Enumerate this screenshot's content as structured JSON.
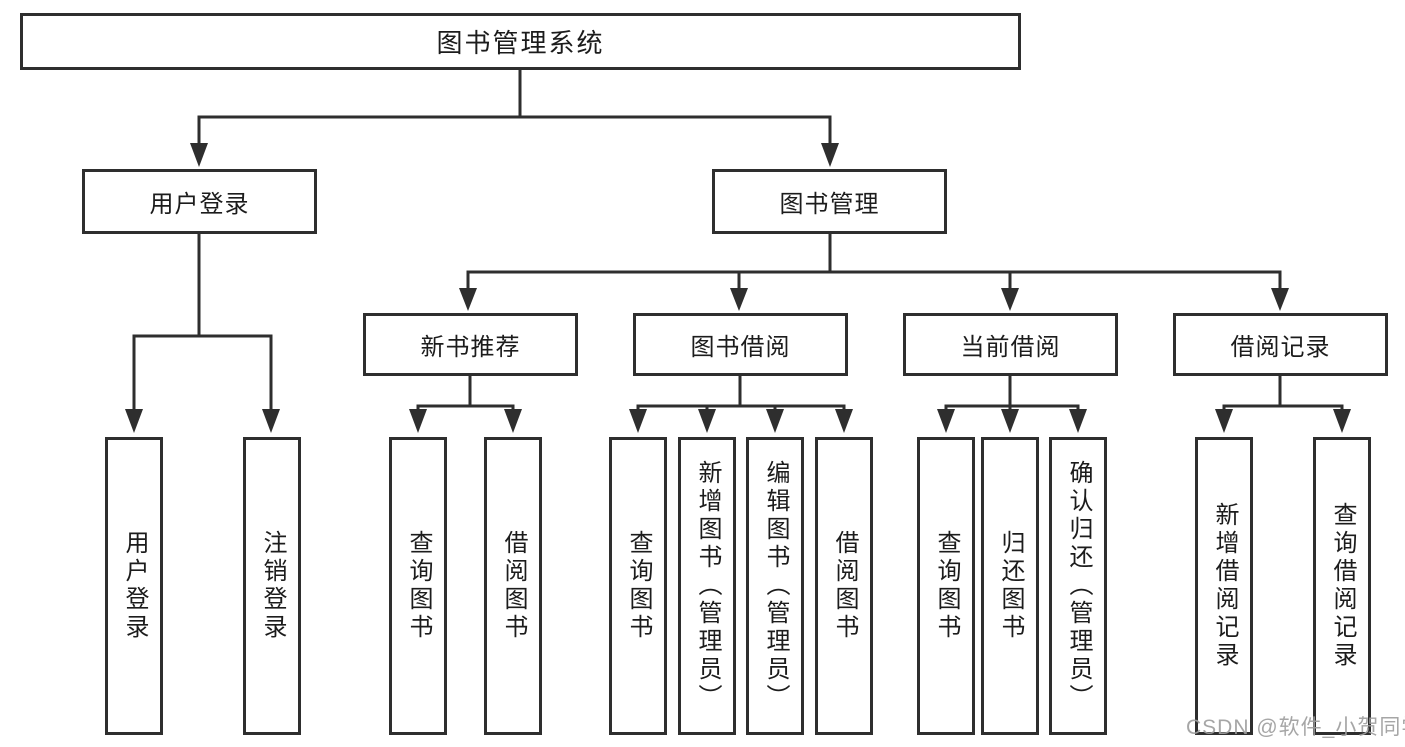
{
  "tree": {
    "root": "图书管理系统",
    "branches": [
      {
        "label": "用户登录",
        "leaves": [
          "用户登录",
          "注销登录"
        ]
      },
      {
        "label": "图书管理",
        "groups": [
          {
            "label": "新书推荐",
            "leaves": [
              "查询图书",
              "借阅图书"
            ]
          },
          {
            "label": "图书借阅",
            "leaves": [
              "查询图书",
              "新增图书（管理员）",
              "编辑图书（管理员）",
              "借阅图书"
            ]
          },
          {
            "label": "当前借阅",
            "leaves": [
              "查询图书",
              "归还图书",
              "确认归还（管理员）"
            ]
          },
          {
            "label": "借阅记录",
            "leaves": [
              "新增借阅记录",
              "查询借阅记录"
            ]
          }
        ]
      }
    ]
  },
  "watermark": {
    "text": "CSDN @软件_小贺同学"
  },
  "colors": {
    "line": "#2e2e2e",
    "box_border": "#2e2e2e",
    "text": "#1c1c1c",
    "background": "#ffffff",
    "watermark": "#9e9e9e"
  }
}
